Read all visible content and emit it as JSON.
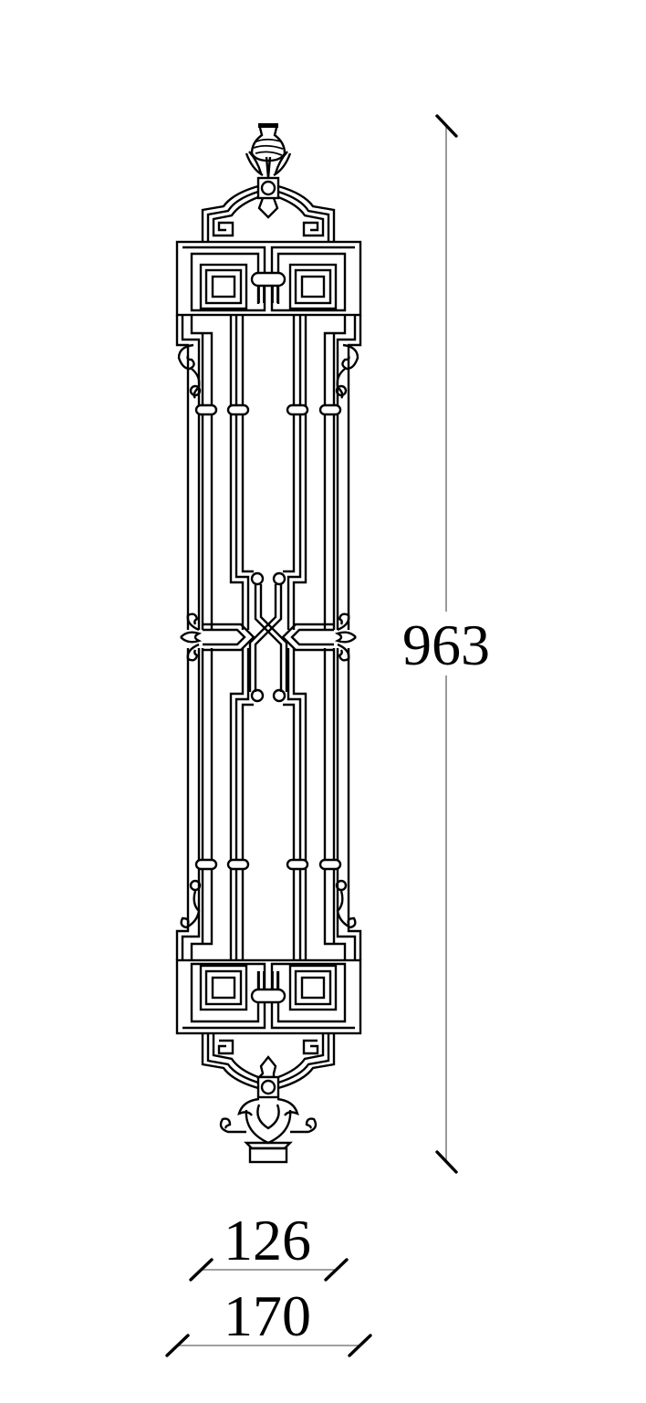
{
  "drawing": {
    "subject": "ornamental wrought-iron wall panel elevation",
    "line_color": "#000000",
    "dimension_line_color": "#808080",
    "background": "#ffffff"
  },
  "dimensions": {
    "height": {
      "label": "963",
      "orientation": "vertical"
    },
    "inner_width": {
      "label": "126",
      "orientation": "horizontal"
    },
    "outer_width": {
      "label": "170",
      "orientation": "horizontal"
    }
  }
}
